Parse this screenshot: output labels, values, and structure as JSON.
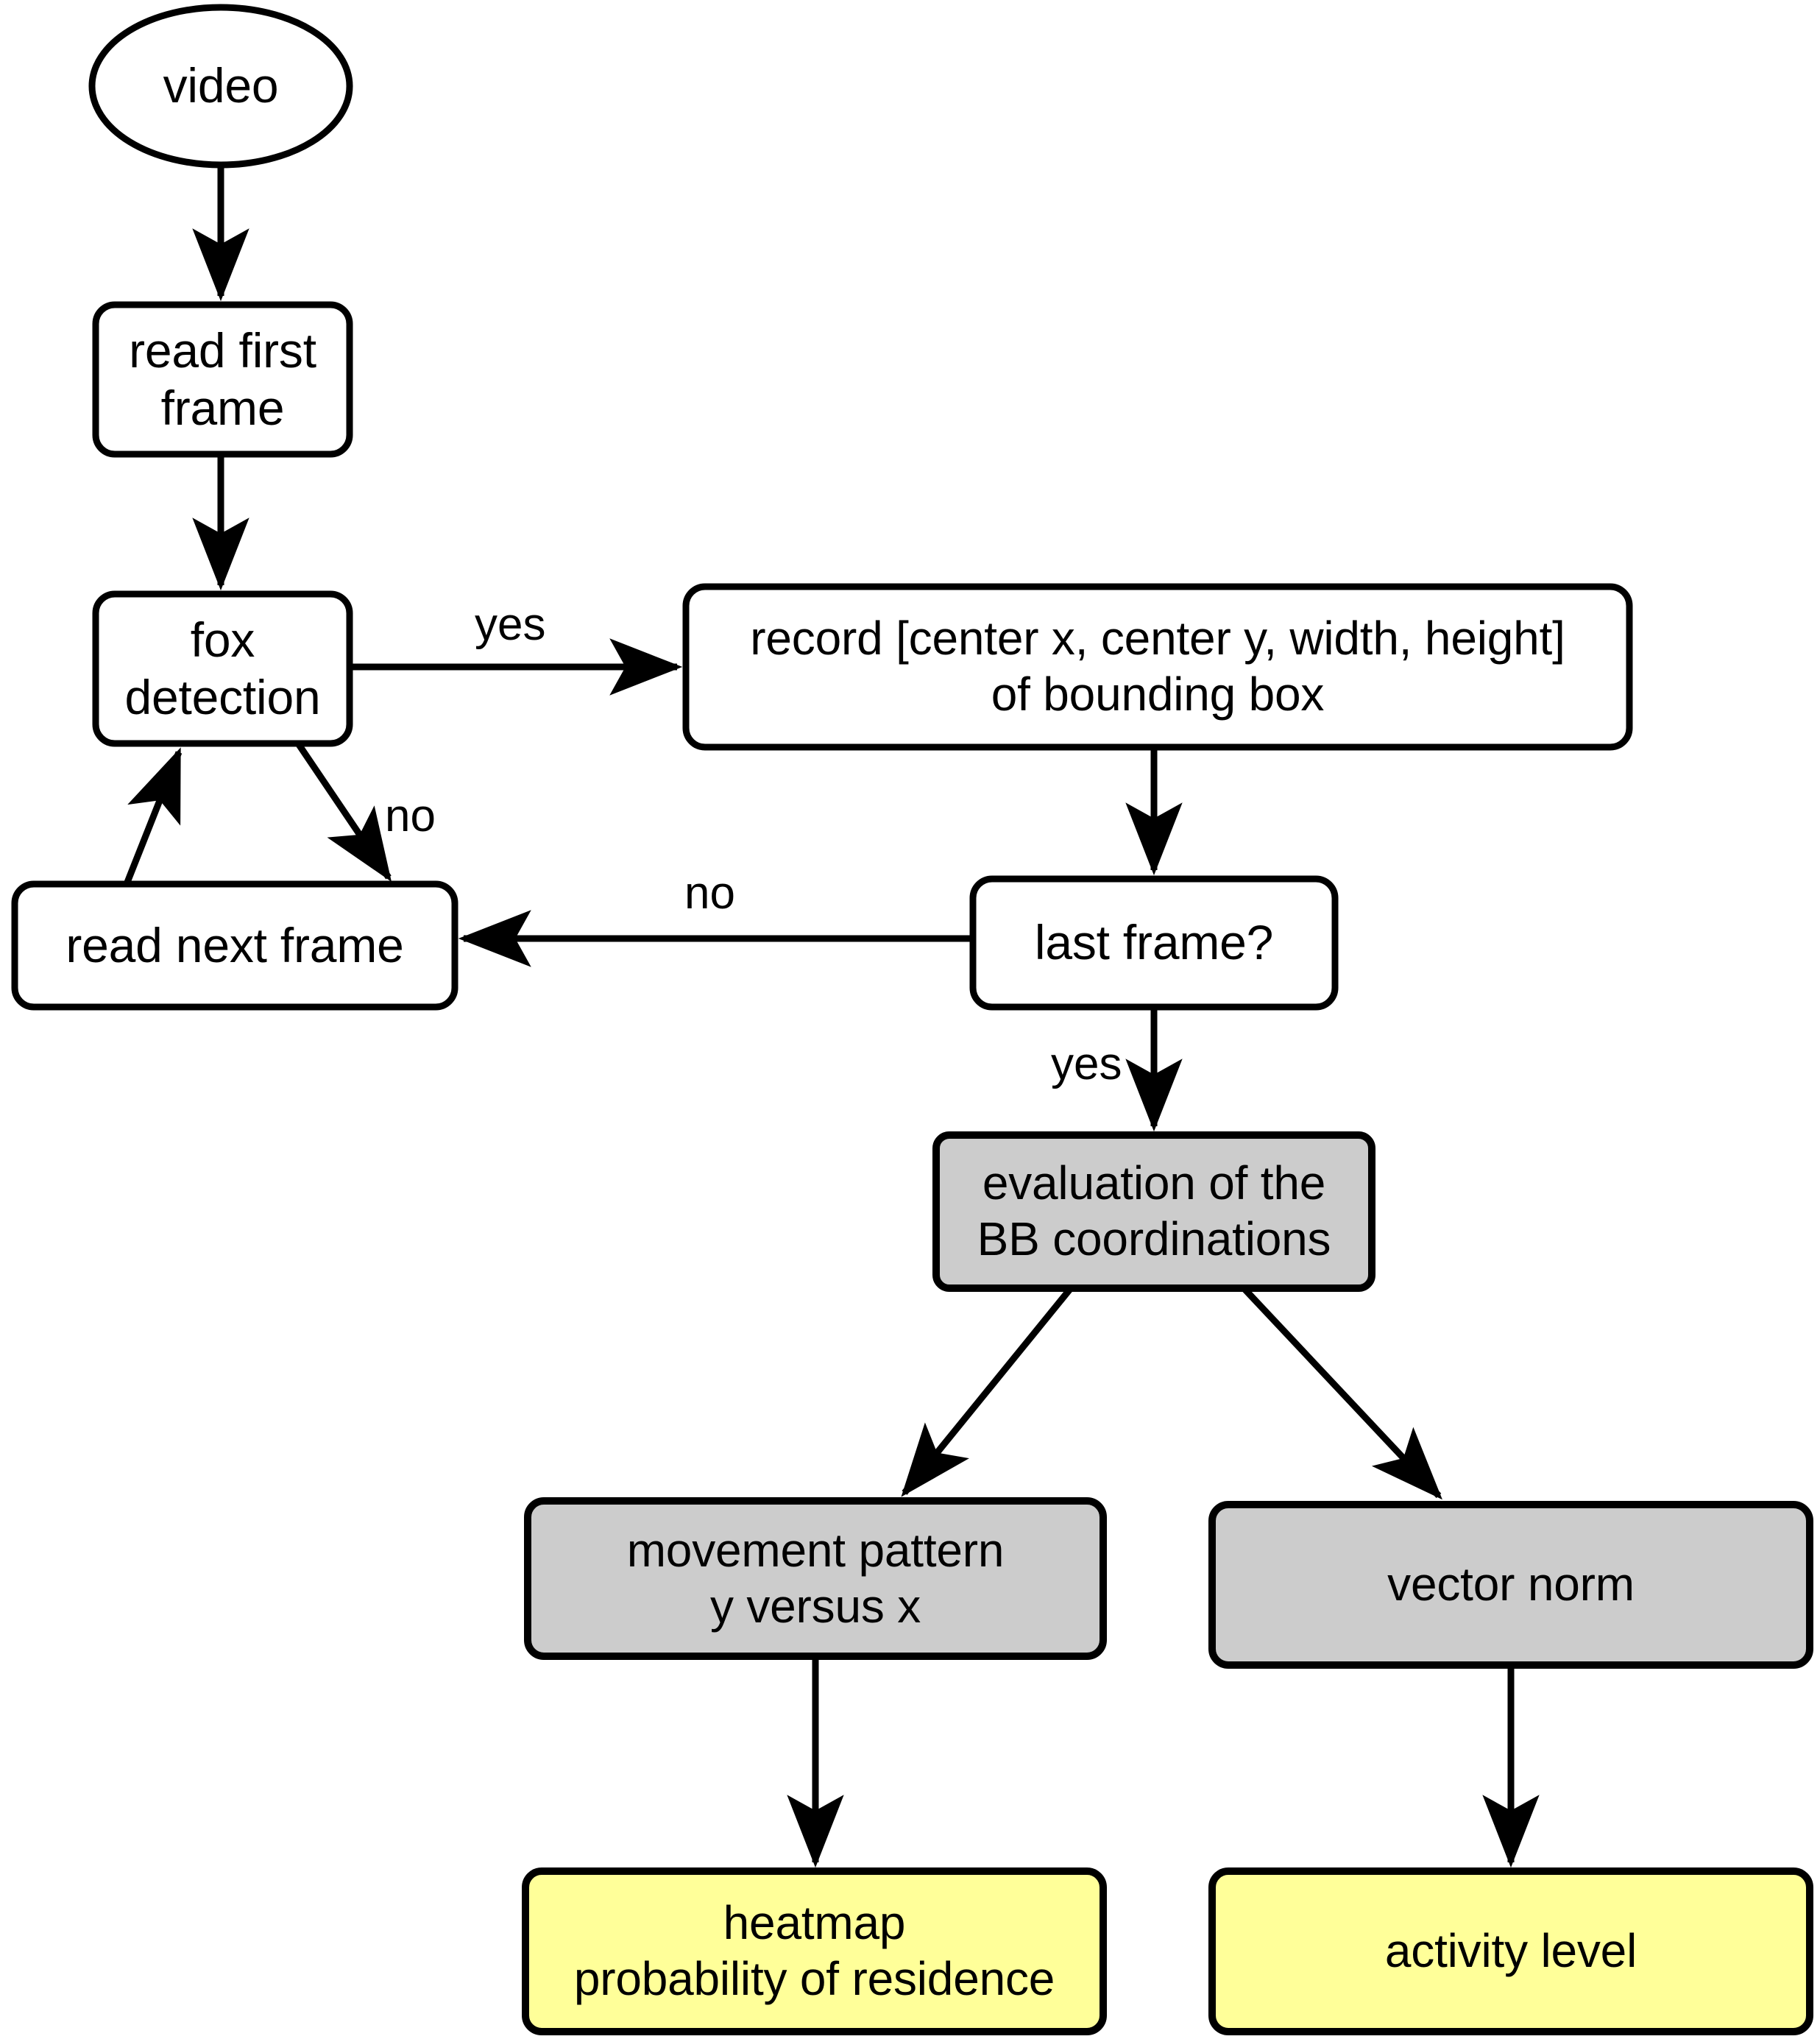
{
  "diagram": {
    "title": "fox video analysis pipeline flowchart",
    "colors": {
      "background": "#ffffff",
      "stroke": "#000000",
      "process_fill": "#ffffff",
      "evaluation_fill": "#cccccc",
      "output_fill": "#ffff99"
    },
    "nodes": [
      {
        "id": "video",
        "label": "video",
        "shape": "ellipse",
        "fill": "#ffffff"
      },
      {
        "id": "read-first-frame",
        "label": "read first\nframe",
        "shape": "rounded-rect",
        "fill": "#ffffff"
      },
      {
        "id": "fox-detection",
        "label": "fox\ndetection",
        "shape": "rounded-rect",
        "fill": "#ffffff"
      },
      {
        "id": "record-bb",
        "label": "record [center x, center y, width, height]\nof bounding box",
        "shape": "rounded-rect",
        "fill": "#ffffff"
      },
      {
        "id": "read-next-frame",
        "label": "read next frame",
        "shape": "rounded-rect",
        "fill": "#ffffff"
      },
      {
        "id": "last-frame",
        "label": "last frame?",
        "shape": "rounded-rect",
        "fill": "#ffffff"
      },
      {
        "id": "evaluation-bb",
        "label": "evaluation of the\nBB coordinations",
        "shape": "rounded-rect",
        "fill": "#cccccc"
      },
      {
        "id": "movement-pattern",
        "label": "movement pattern\ny versus x",
        "shape": "rounded-rect",
        "fill": "#cccccc"
      },
      {
        "id": "vector-norm",
        "label": "vector norm",
        "shape": "rounded-rect",
        "fill": "#cccccc"
      },
      {
        "id": "heatmap",
        "label": "heatmap\nprobability of residence",
        "shape": "rounded-rect",
        "fill": "#ffff99"
      },
      {
        "id": "activity-level",
        "label": "activity level",
        "shape": "rounded-rect",
        "fill": "#ffff99"
      }
    ],
    "edges": [
      {
        "id": "video-to-read-first",
        "from": "video",
        "to": "read-first-frame",
        "label": ""
      },
      {
        "id": "read-first-to-fox",
        "from": "read-first-frame",
        "to": "fox-detection",
        "label": ""
      },
      {
        "id": "fox-to-record",
        "from": "fox-detection",
        "to": "record-bb",
        "label": "yes"
      },
      {
        "id": "fox-to-read-next",
        "from": "fox-detection",
        "to": "read-next-frame",
        "label": "no"
      },
      {
        "id": "read-next-to-fox",
        "from": "read-next-frame",
        "to": "fox-detection",
        "label": ""
      },
      {
        "id": "record-to-last-frame",
        "from": "record-bb",
        "to": "last-frame",
        "label": ""
      },
      {
        "id": "last-frame-to-read-next",
        "from": "last-frame",
        "to": "read-next-frame",
        "label": "no"
      },
      {
        "id": "last-frame-to-evaluation",
        "from": "last-frame",
        "to": "evaluation-bb",
        "label": "yes"
      },
      {
        "id": "evaluation-to-movement",
        "from": "evaluation-bb",
        "to": "movement-pattern",
        "label": ""
      },
      {
        "id": "evaluation-to-vector",
        "from": "evaluation-bb",
        "to": "vector-norm",
        "label": ""
      },
      {
        "id": "movement-to-heatmap",
        "from": "movement-pattern",
        "to": "heatmap",
        "label": ""
      },
      {
        "id": "vector-to-activity",
        "from": "vector-norm",
        "to": "activity-level",
        "label": ""
      }
    ],
    "edge_labels": {
      "fox_yes": "yes",
      "fox_no": "no",
      "last_frame_no": "no",
      "last_frame_yes": "yes"
    }
  }
}
